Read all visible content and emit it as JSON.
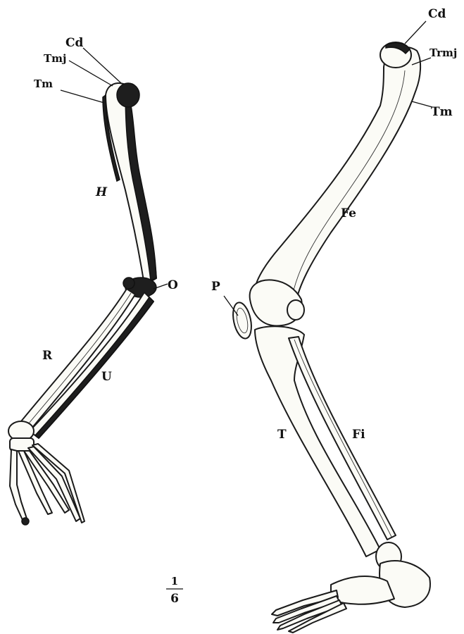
{
  "arm_labels": {
    "cd": "Cd",
    "tmj": "Tmj",
    "tm": "Tm",
    "h": "H",
    "o": "O",
    "r": "R",
    "u": "U"
  },
  "leg_labels": {
    "cd": "Cd",
    "trmj": "Trmj",
    "tm": "Tm",
    "fe": "Fe",
    "p": "P",
    "t": "T",
    "fi": "Fi"
  },
  "scale": {
    "numerator": "1",
    "denominator": "6"
  }
}
